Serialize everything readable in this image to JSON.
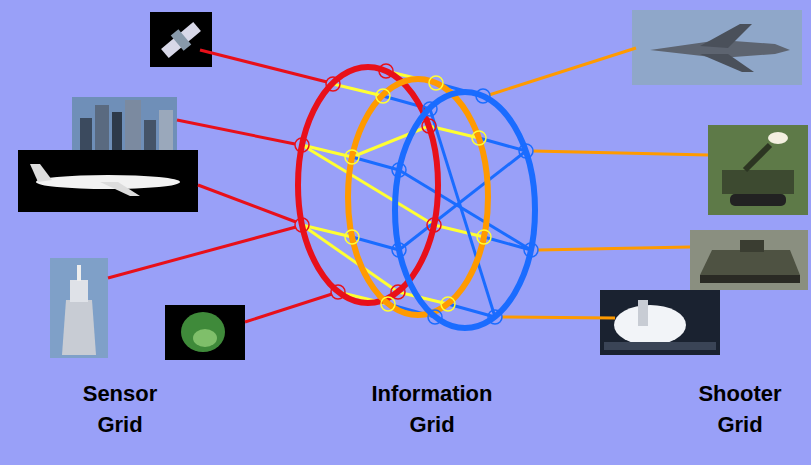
{
  "diagram": {
    "labels": [
      "Sensor Grid",
      "Information Grid",
      "Shooter Grid"
    ]
  }
}
